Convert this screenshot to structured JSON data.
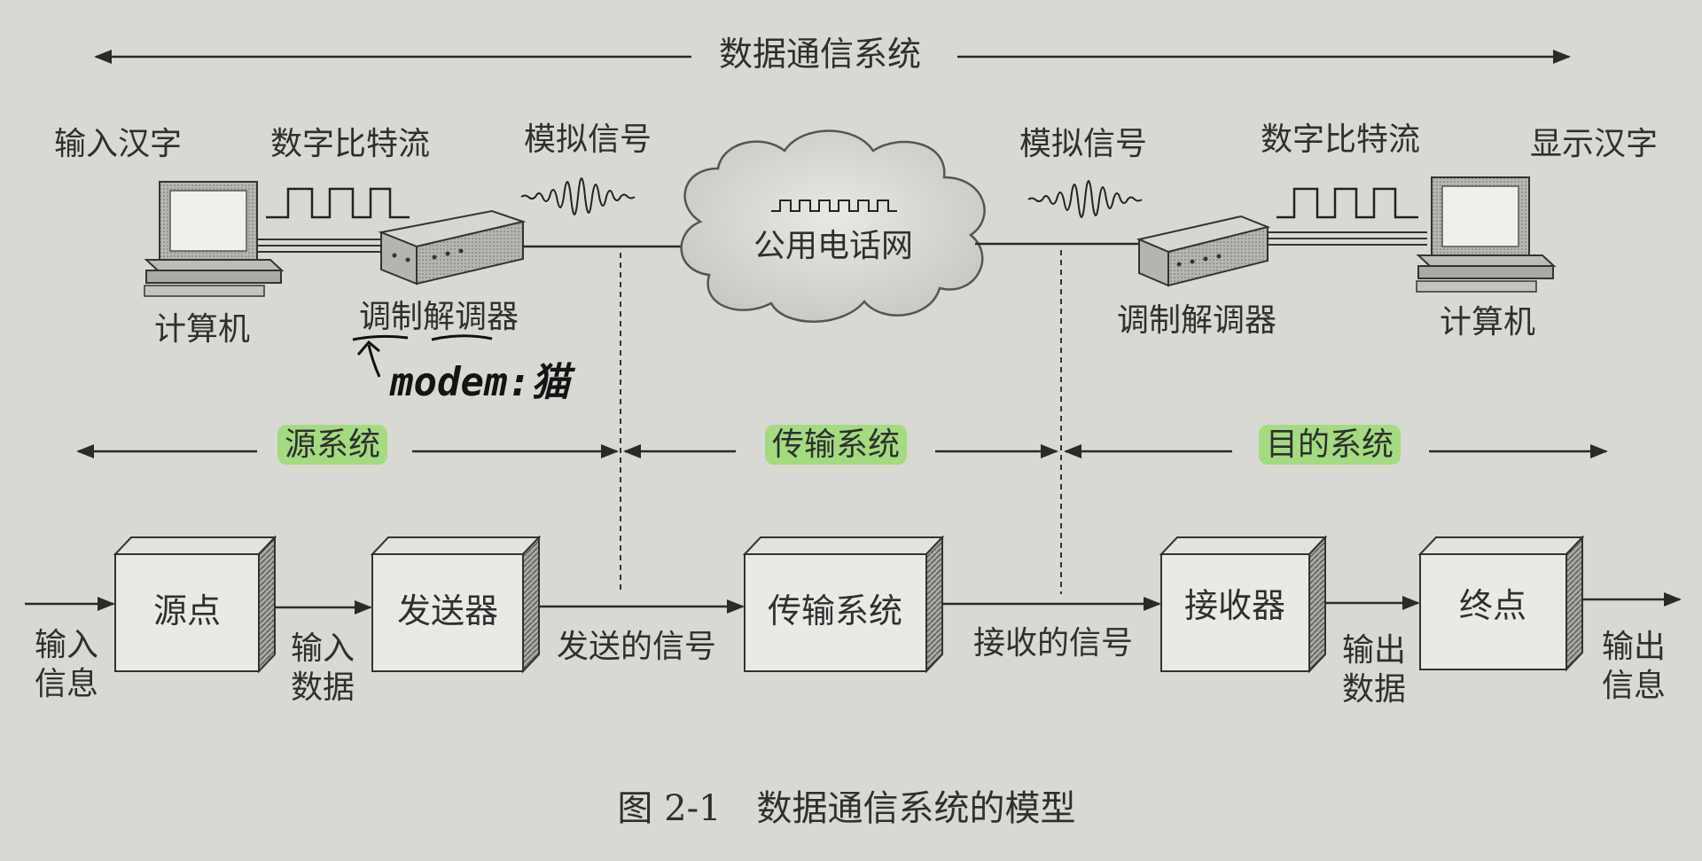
{
  "title": "数据通信系统",
  "top": {
    "input_hanzi": "输入汉字",
    "bitstream_left": "数字比特流",
    "analog_left": "模拟信号",
    "analog_right": "模拟信号",
    "bitstream_right": "数字比特流",
    "display_hanzi": "显示汉字",
    "computer_left": "计算机",
    "computer_right": "计算机",
    "modem_left": "调制解调器",
    "modem_right": "调制解调器",
    "network": "公用电话网"
  },
  "handwritten_note": "modem:猫",
  "systems": {
    "source": "源系统",
    "transmission": "传输系统",
    "destination": "目的系统"
  },
  "blocks": {
    "source_point": "源点",
    "transmitter": "发送器",
    "transmission_system": "传输系统",
    "receiver": "接收器",
    "destination_point": "终点"
  },
  "flow": {
    "input_info": "输入\n信息",
    "input_data": "输入\n数据",
    "sent_signal": "发送的信号",
    "received_signal": "接收的信号",
    "output_data": "输出\n数据",
    "output_info": "输出\n信息"
  },
  "caption": "图 2-1　数据通信系统的模型",
  "colors": {
    "highlight": "#7fdc3c",
    "ink": "#2c2c2c",
    "paper": "#d9d9d4"
  }
}
